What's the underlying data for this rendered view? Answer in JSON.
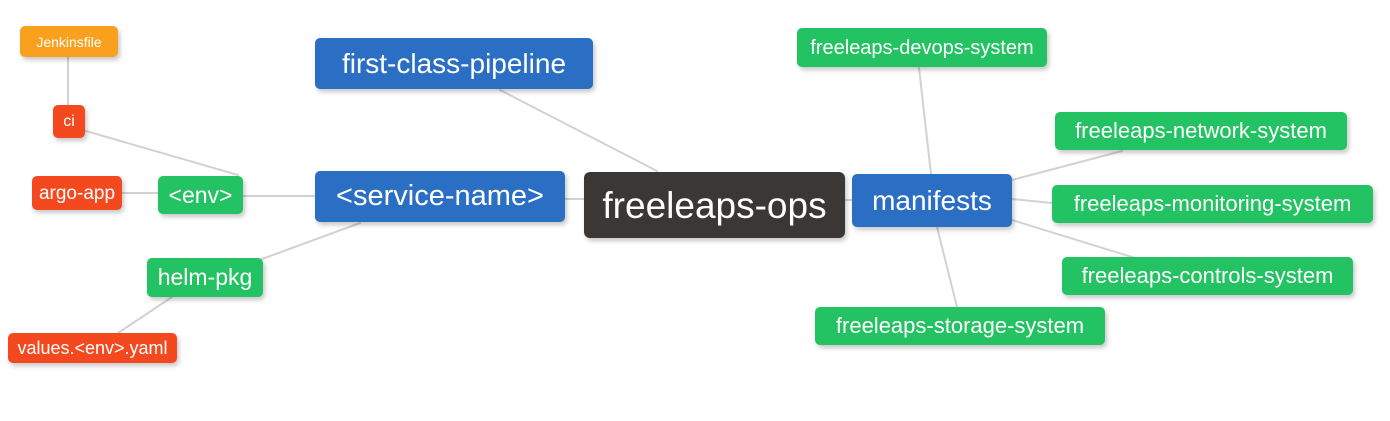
{
  "diagram": {
    "type": "mindmap",
    "root_label": "freeleaps-ops",
    "colors": {
      "node_orange": "#f9a11f",
      "node_red": "#f4491f",
      "node_green": "#23c262",
      "node_blue": "#2b6fc4",
      "node_dark": "#3b3734",
      "edge_line": "#d2d2d2",
      "node_text": "#ffffff",
      "background": "#ffffff"
    },
    "nodes": {
      "jenkinsfile": {
        "label": "Jenkinsfile",
        "color": "#f9a11f"
      },
      "ci": {
        "label": "ci",
        "color": "#f4491f"
      },
      "argo_app": {
        "label": "argo-app",
        "color": "#f4491f"
      },
      "env": {
        "label": "<env>",
        "color": "#23c262"
      },
      "helm_pkg": {
        "label": "helm-pkg",
        "color": "#23c262"
      },
      "values_env_yaml": {
        "label": "values.<env>.yaml",
        "color": "#f4491f"
      },
      "first_class_pipeline": {
        "label": "first-class-pipeline",
        "color": "#2b6fc4"
      },
      "service_name": {
        "label": "<service-name>",
        "color": "#2b6fc4"
      },
      "freeleaps_ops": {
        "label": "freeleaps-ops",
        "color": "#3b3734"
      },
      "manifests": {
        "label": "manifests",
        "color": "#2b6fc4"
      },
      "devops_system": {
        "label": "freeleaps-devops-system",
        "color": "#23c262"
      },
      "network_system": {
        "label": "freeleaps-network-system",
        "color": "#23c262"
      },
      "monitoring_system": {
        "label": "freeleaps-monitoring-system",
        "color": "#23c262"
      },
      "controls_system": {
        "label": "freeleaps-controls-system",
        "color": "#23c262"
      },
      "storage_system": {
        "label": "freeleaps-storage-system",
        "color": "#23c262"
      }
    },
    "edges": [
      {
        "from": "jenkinsfile",
        "to": "ci"
      },
      {
        "from": "ci",
        "to": "env"
      },
      {
        "from": "argo_app",
        "to": "env"
      },
      {
        "from": "env",
        "to": "service_name"
      },
      {
        "from": "helm_pkg",
        "to": "service_name"
      },
      {
        "from": "values_env_yaml",
        "to": "helm_pkg"
      },
      {
        "from": "service_name",
        "to": "freeleaps_ops"
      },
      {
        "from": "first_class_pipeline",
        "to": "freeleaps_ops"
      },
      {
        "from": "freeleaps_ops",
        "to": "manifests"
      },
      {
        "from": "manifests",
        "to": "devops_system"
      },
      {
        "from": "manifests",
        "to": "network_system"
      },
      {
        "from": "manifests",
        "to": "monitoring_system"
      },
      {
        "from": "manifests",
        "to": "controls_system"
      },
      {
        "from": "manifests",
        "to": "storage_system"
      }
    ]
  }
}
